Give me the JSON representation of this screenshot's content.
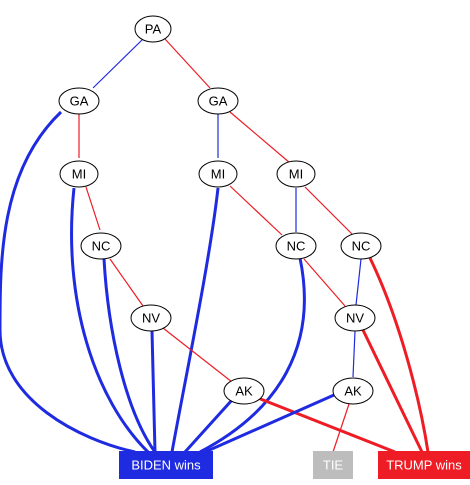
{
  "colors": {
    "biden": "#1f2be0",
    "trump": "#ee1c25",
    "tie": "#bdbdbd",
    "node_stroke": "#000000",
    "node_fill": "#ffffff"
  },
  "nodes": {
    "pa": {
      "label": "PA"
    },
    "ga1": {
      "label": "GA"
    },
    "ga2": {
      "label": "GA"
    },
    "mi1": {
      "label": "MI"
    },
    "mi2": {
      "label": "MI"
    },
    "mi3": {
      "label": "MI"
    },
    "nc1": {
      "label": "NC"
    },
    "nc2": {
      "label": "NC"
    },
    "nc3": {
      "label": "NC"
    },
    "nv1": {
      "label": "NV"
    },
    "nv2": {
      "label": "NV"
    },
    "ak1": {
      "label": "AK"
    },
    "ak2": {
      "label": "AK"
    }
  },
  "outcomes": {
    "biden": {
      "label": "BIDEN wins"
    },
    "tie": {
      "label": "TIE"
    },
    "trump": {
      "label": "TRUMP wins"
    }
  },
  "edges": [
    {
      "from": "pa",
      "to": "ga1",
      "winner": "biden"
    },
    {
      "from": "pa",
      "to": "ga2",
      "winner": "trump"
    },
    {
      "from": "ga1",
      "to": "biden",
      "winner": "biden"
    },
    {
      "from": "ga1",
      "to": "mi1",
      "winner": "trump"
    },
    {
      "from": "ga2",
      "to": "mi2",
      "winner": "biden"
    },
    {
      "from": "ga2",
      "to": "mi3",
      "winner": "trump"
    },
    {
      "from": "mi1",
      "to": "biden",
      "winner": "biden"
    },
    {
      "from": "mi1",
      "to": "nc1",
      "winner": "trump"
    },
    {
      "from": "mi2",
      "to": "biden",
      "winner": "biden"
    },
    {
      "from": "mi2",
      "to": "nc2",
      "winner": "trump"
    },
    {
      "from": "mi3",
      "to": "nc2",
      "winner": "biden"
    },
    {
      "from": "mi3",
      "to": "nc3",
      "winner": "trump"
    },
    {
      "from": "nc1",
      "to": "biden",
      "winner": "biden"
    },
    {
      "from": "nc1",
      "to": "nv1",
      "winner": "trump"
    },
    {
      "from": "nc2",
      "to": "biden",
      "winner": "biden"
    },
    {
      "from": "nc2",
      "to": "nv2",
      "winner": "trump"
    },
    {
      "from": "nc3",
      "to": "nv2",
      "winner": "biden"
    },
    {
      "from": "nc3",
      "to": "trump",
      "winner": "trump"
    },
    {
      "from": "nv1",
      "to": "biden",
      "winner": "biden"
    },
    {
      "from": "nv1",
      "to": "ak1",
      "winner": "trump"
    },
    {
      "from": "nv2",
      "to": "ak2",
      "winner": "biden"
    },
    {
      "from": "nv2",
      "to": "trump",
      "winner": "trump"
    },
    {
      "from": "ak1",
      "to": "biden",
      "winner": "biden"
    },
    {
      "from": "ak1",
      "to": "trump",
      "winner": "trump"
    },
    {
      "from": "ak2",
      "to": "biden",
      "winner": "biden"
    },
    {
      "from": "ak2",
      "to": "tie",
      "winner": "trump"
    }
  ]
}
